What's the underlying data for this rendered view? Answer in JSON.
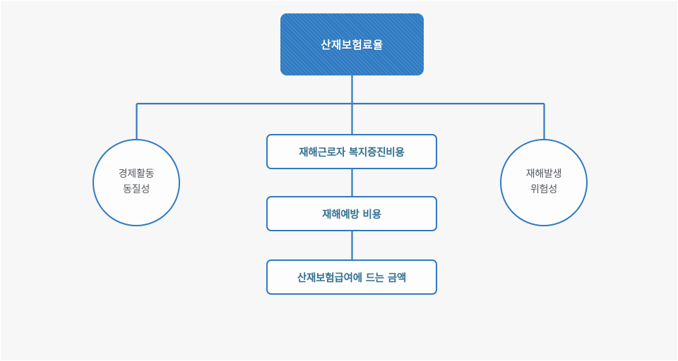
{
  "diagram": {
    "type": "organizational-hierarchy",
    "background_color": "#f7f7f7",
    "accent_color": "#2f7ac2",
    "root": {
      "label": "산재보험료율",
      "fill": "#2f7ac2",
      "text_color": "#ffffff",
      "pattern": "diagonal-stripes"
    },
    "branches": {
      "left_circle": {
        "lines": [
          "경제활동",
          "동질성"
        ],
        "text_color": "#55595e",
        "border_color": "#2f7ac2"
      },
      "right_circle": {
        "lines": [
          "재해발생",
          "위험성"
        ],
        "text_color": "#55595e",
        "border_color": "#2f7ac2"
      },
      "center_boxes": [
        {
          "label": "재해근로자 복지증진비용",
          "text_color": "#32708f"
        },
        {
          "label": "재해예방 비용",
          "text_color": "#32708f"
        },
        {
          "label": "산재보험급여에 드는 금액",
          "text_color": "#32708f"
        }
      ]
    }
  }
}
